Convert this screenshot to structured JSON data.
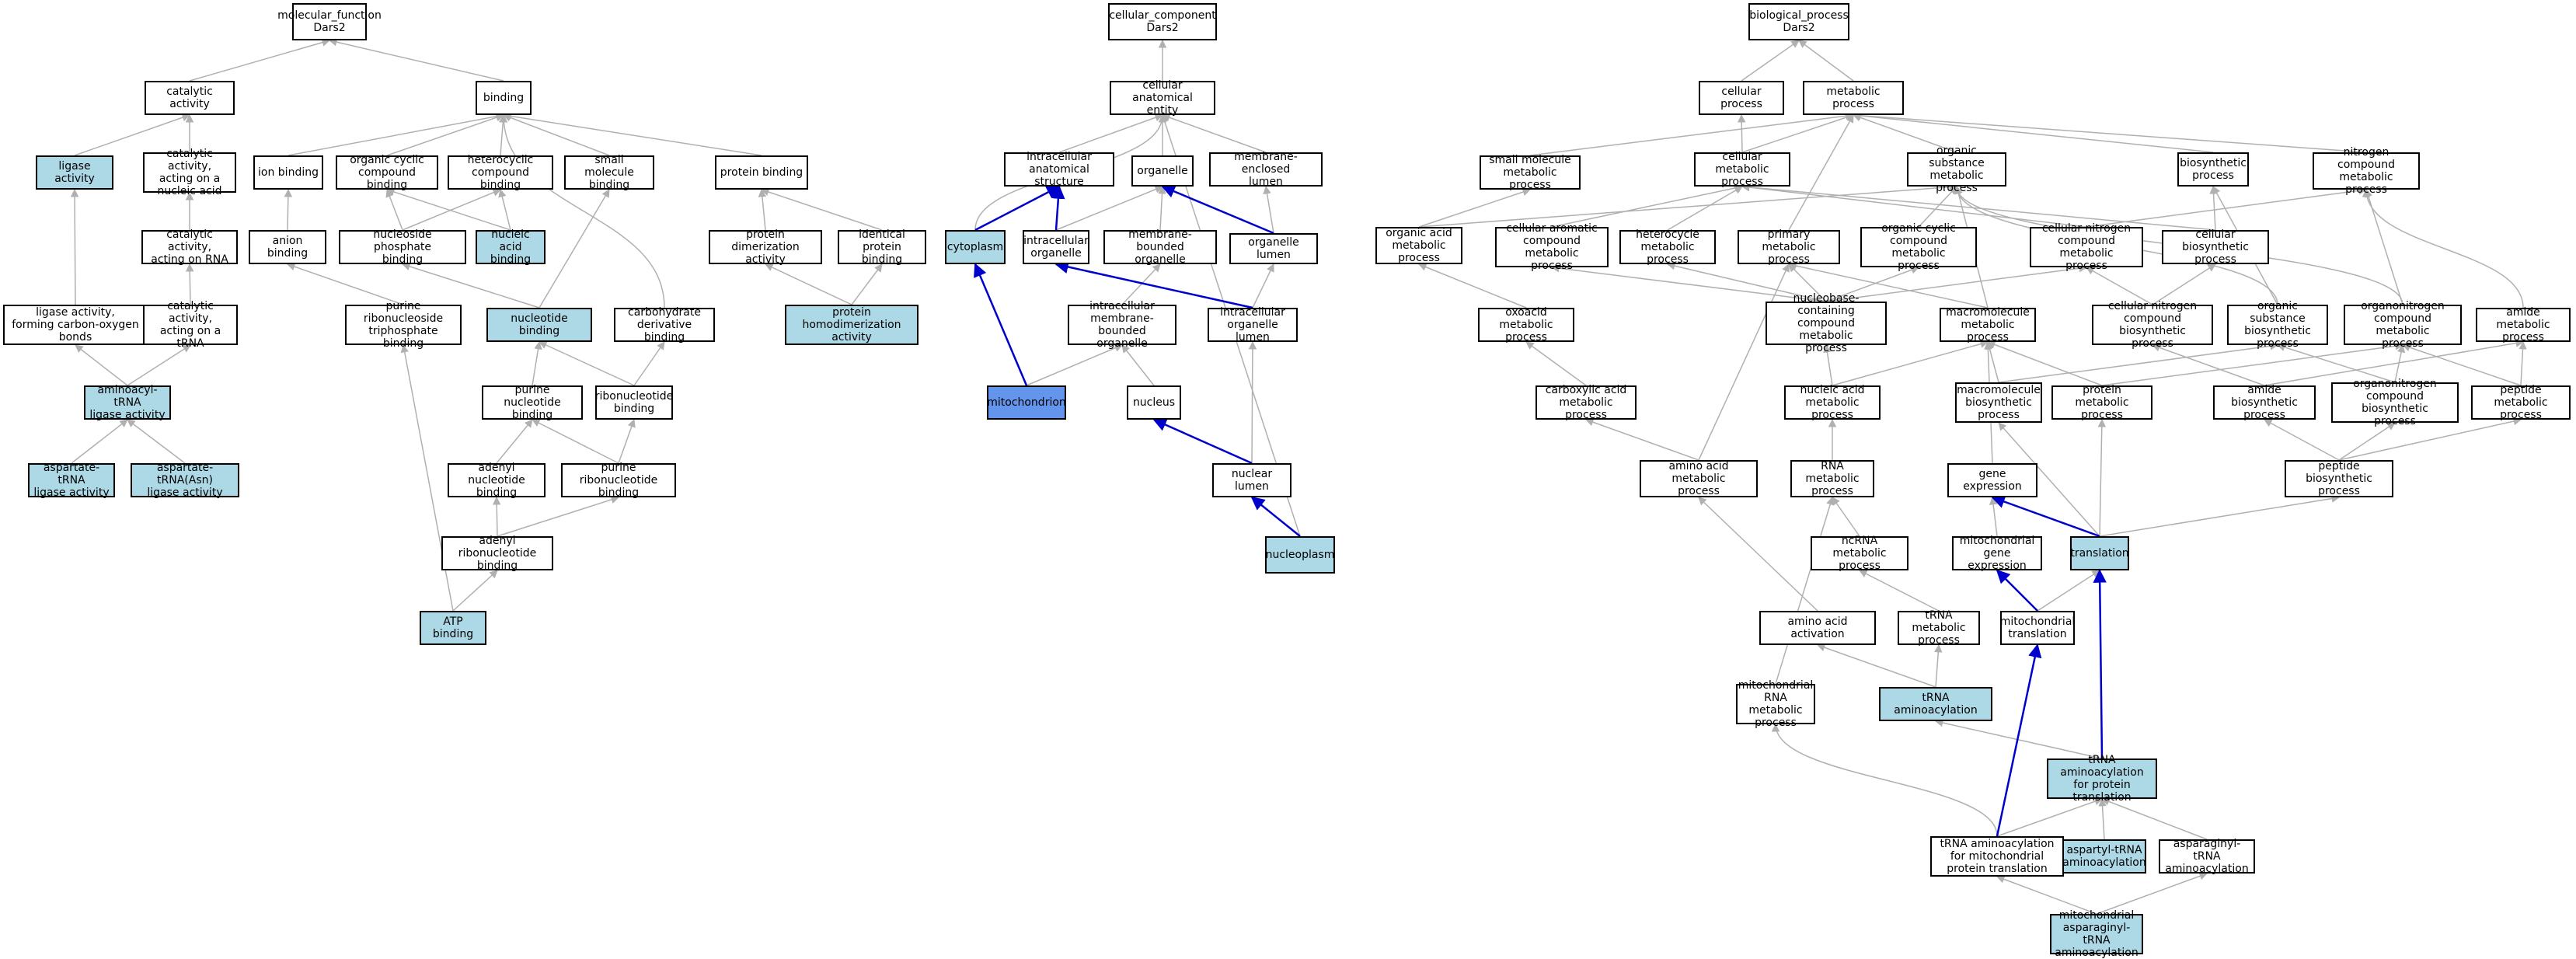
{
  "colors": {
    "highlight": "#add8e6",
    "selected": "#6495ed",
    "edge_gray": "#b0b0b0",
    "edge_blue": "#0000cc"
  },
  "roots": {
    "mf": "molecular_function\nDars2",
    "cc": "cellular_component\nDars2",
    "bp": "biological_process\nDars2"
  },
  "nodes": {
    "catalytic": "catalytic activity",
    "binding": "binding",
    "ligase": "ligase activity",
    "cat_nucleic": "catalytic activity,\nacting on a\nnucleic acid",
    "ion_binding": "ion binding",
    "org_cyclic": "organic cyclic\ncompound binding",
    "heterocyclic": "heterocyclic\ncompound binding",
    "small_mol": "small molecule\nbinding",
    "protein_binding": "protein binding",
    "cat_rna": "catalytic activity,\nacting on RNA",
    "anion": "anion binding",
    "nucleoside_p": "nucleoside phosphate\nbinding",
    "nucleic_acid": "nucleic acid\nbinding",
    "prot_dimer": "protein dimerization\nactivity",
    "identical": "identical protein\nbinding",
    "ligase_co": "ligase activity,\nforming carbon-oxygen\nbonds",
    "cat_trna": "catalytic activity,\nacting on a\ntRNA",
    "purine_rnt": "purine ribonucleoside\ntriphosphate\nbinding",
    "nucleotide": "nucleotide binding",
    "carbohydrate": "carbohydrate\nderivative binding",
    "homodimer": "protein homodimerization\nactivity",
    "aa_trna_ligase": "aminoacyl-tRNA\nligase activity",
    "purine_nt": "purine nucleotide\nbinding",
    "ribonucleotide": "ribonucleotide\nbinding",
    "asp_trna": "aspartate-tRNA\nligase activity",
    "asp_trna_asn": "aspartate-tRNA(Asn)\nligase activity",
    "adenyl_nt": "adenyl nucleotide\nbinding",
    "purine_rnt2": "purine ribonucleotide\nbinding",
    "adenyl_rnt": "adenyl ribonucleotide\nbinding",
    "atp": "ATP binding",
    "cae": "cellular anatomical\nentity",
    "ias": "intracellular\nanatomical structure",
    "organelle": "organelle",
    "mem_encl": "membrane-enclosed\nlumen",
    "cytoplasm": "cytoplasm",
    "ic_organelle": "intracellular\norganelle",
    "mem_bound": "membrane-bounded\norganelle",
    "org_lumen": "organelle lumen",
    "ic_mb_org": "intracellular\nmembrane-bounded\norganelle",
    "ic_org_lumen": "intracellular\norganelle lumen",
    "mitochondrion": "mitochondrion",
    "nucleus": "nucleus",
    "nuc_lumen": "nuclear lumen",
    "nucleoplasm": "nucleoplasm",
    "cellular_proc": "cellular process",
    "metabolic_proc": "metabolic process",
    "small_mol_met": "small molecule\nmetabolic process",
    "cell_met": "cellular metabolic\nprocess",
    "org_subst_met": "organic substance\nmetabolic process",
    "biosynthetic": "biosynthetic\nprocess",
    "nitrogen_met": "nitrogen compound\nmetabolic process",
    "org_acid_met": "organic acid\nmetabolic process",
    "cell_arom": "cellular aromatic\ncompound metabolic\nprocess",
    "heterocycle_met": "heterocycle\nmetabolic process",
    "primary_met": "primary metabolic\nprocess",
    "org_cyclic_met": "organic cyclic\ncompound metabolic\nprocess",
    "cell_nitrogen_met": "cellular nitrogen\ncompound metabolic\nprocess",
    "cell_biosyn": "cellular biosynthetic\nprocess",
    "oxoacid": "oxoacid metabolic\nprocess",
    "nucleobase": "nucleobase-containing\ncompound metabolic\nprocess",
    "macromol_met": "macromolecule\nmetabolic process",
    "cell_nitrogen_biosyn": "cellular nitrogen\ncompound biosynthetic\nprocess",
    "org_subst_biosyn": "organic substance\nbiosynthetic\nprocess",
    "organonitrogen_met": "organonitrogen\ncompound metabolic\nprocess",
    "amide_met": "amide metabolic\nprocess",
    "carboxylic": "carboxylic acid\nmetabolic process",
    "nucleic_met": "nucleic acid\nmetabolic process",
    "macromol_biosyn": "macromolecule\nbiosynthetic\nprocess",
    "protein_met": "protein metabolic\nprocess",
    "amide_biosyn": "amide biosynthetic\nprocess",
    "organonitrogen_biosyn": "organonitrogen\ncompound biosynthetic\nprocess",
    "peptide_met": "peptide metabolic\nprocess",
    "aa_met": "amino acid metabolic\nprocess",
    "rna_met": "RNA metabolic\nprocess",
    "gene_expr": "gene expression",
    "peptide_biosyn": "peptide biosynthetic\nprocess",
    "ncrna_met": "ncRNA metabolic\nprocess",
    "mito_gene_expr": "mitochondrial\ngene expression",
    "translation": "translation",
    "aa_activation": "amino acid activation",
    "trna_met": "tRNA metabolic\nprocess",
    "mito_translation": "mitochondrial\ntranslation",
    "mito_rna_met": "mitochondrial\nRNA metabolic\nprocess",
    "trna_aminoacyl": "tRNA aminoacylation",
    "trna_aa_prot": "tRNA aminoacylation\nfor protein\ntranslation",
    "trna_aa_mito": "tRNA aminoacylation\nfor mitochondrial\nprotein translation",
    "aspartyl": "aspartyl-tRNA\naminoacylation",
    "asparaginyl": "asparaginyl-tRNA\naminoacylation",
    "mito_asparaginyl": "mitochondrial\nasparaginyl-tRNA\naminoacylation"
  }
}
